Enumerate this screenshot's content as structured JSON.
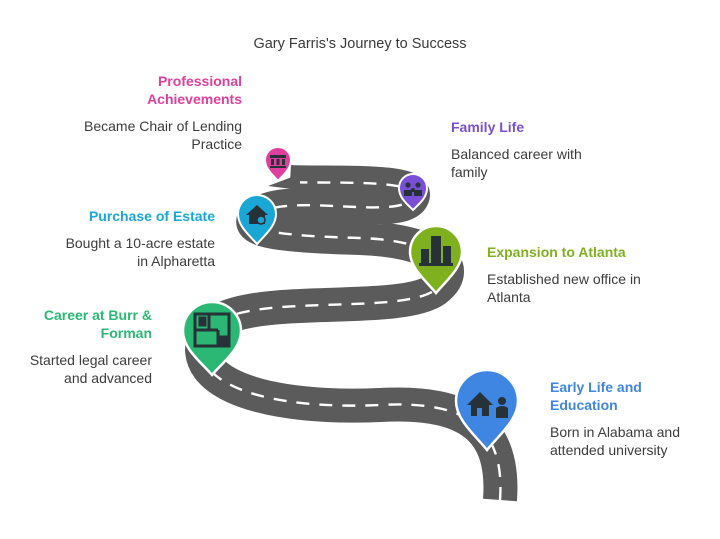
{
  "title": "Gary Farris's Journey to Success",
  "colors": {
    "road": "#5b5b5b",
    "road_dash": "#ffffff",
    "professional": "#e0409d",
    "family": "#7a4fd8",
    "estate": "#1ba7d6",
    "atlanta": "#7fb11f",
    "burr": "#2bb874",
    "early": "#3f86e2"
  },
  "milestones": [
    {
      "title": "Professional Achievements",
      "desc": "Became Chair of Lending Practice",
      "icon": "building-icon",
      "color": "#e0409d"
    },
    {
      "title": "Family Life",
      "desc": "Balanced career with family",
      "icon": "family-icon",
      "color": "#7a4fd8"
    },
    {
      "title": "Purchase of Estate",
      "desc": "Bought a 10-acre estate in Alpharetta",
      "icon": "house-dollar-icon",
      "color": "#1ba7d6"
    },
    {
      "title": "Expansion to Atlanta",
      "desc": "Established new office in Atlanta",
      "icon": "city-icon",
      "color": "#7fb11f"
    },
    {
      "title": "Career at Burr & Forman",
      "desc": "Started legal career and advanced",
      "icon": "office-plan-icon",
      "color": "#2bb874"
    },
    {
      "title": "Early Life and Education",
      "desc": "Born in Alabama and attended university",
      "icon": "home-person-icon",
      "color": "#3f86e2"
    }
  ]
}
